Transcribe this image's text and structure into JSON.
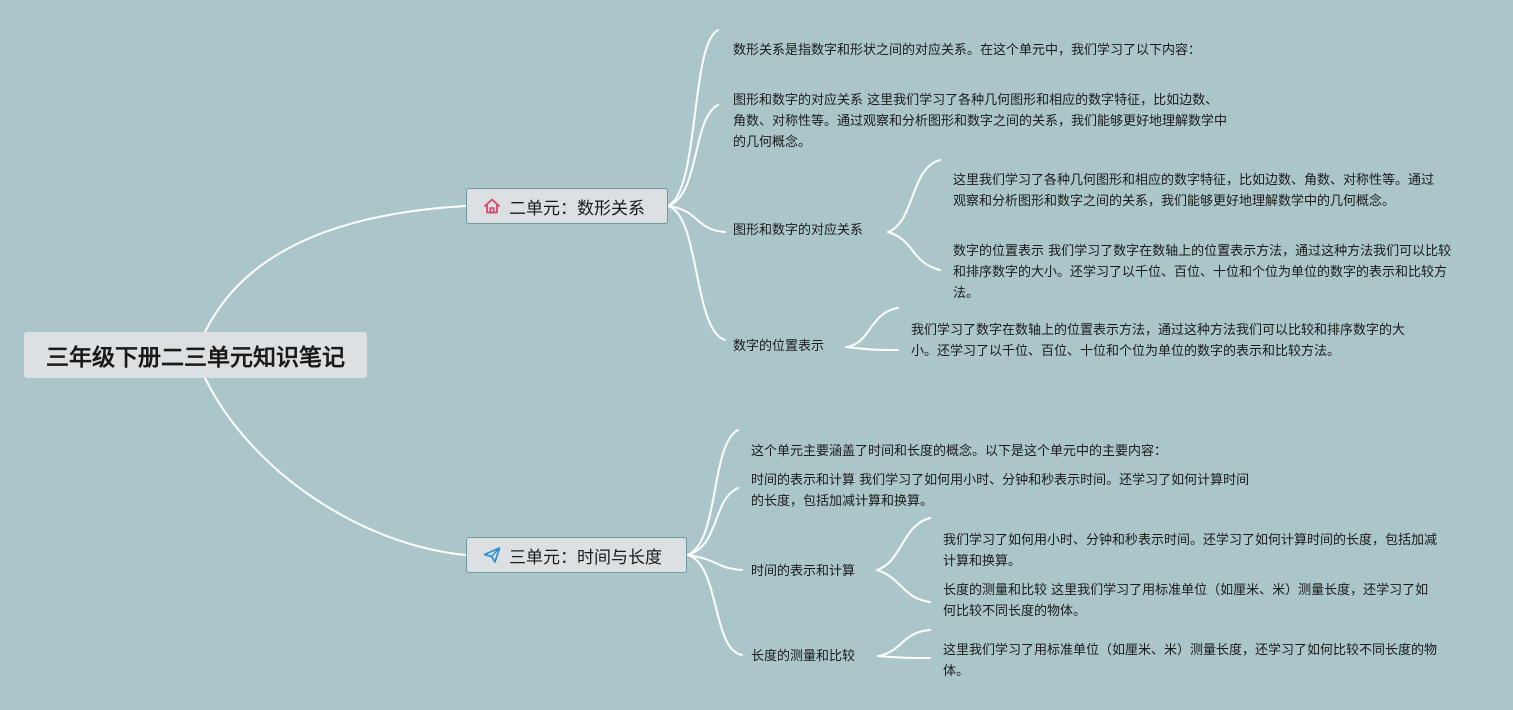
{
  "colors": {
    "background": "#abc6c9",
    "connector": "#ffffff",
    "node_fill": "#dde0e2",
    "node_border": "#6f9aa0",
    "home_icon": "#d9456a",
    "plane_icon": "#2d8fd1"
  },
  "root": {
    "label": "三年级下册二三单元知识笔记"
  },
  "unit2": {
    "label": "二单元：数形关系",
    "icon": "home-icon",
    "intro": "数形关系是指数字和形状之间的对应关系。在这个单元中，我们学习了以下内容：",
    "detail": "图形和数字的对应关系 这里我们学习了各种几何图形和相应的数字特征，比如边数、角数、对称性等。通过观察和分析图形和数字之间的关系，我们能够更好地理解数学中的几何概念。",
    "topic_a": {
      "label": "图形和数字的对应关系",
      "child_1": "这里我们学习了各种几何图形和相应的数字特征，比如边数、角数、对称性等。通过观察和分析图形和数字之间的关系，我们能够更好地理解数学中的几何概念。",
      "child_2": "数字的位置表示 我们学习了数字在数轴上的位置表示方法，通过这种方法我们可以比较和排序数字的大小。还学习了以千位、百位、十位和个位为单位的数字的表示和比较方法。"
    },
    "topic_b": {
      "label": "数字的位置表示",
      "child_1": "我们学习了数字在数轴上的位置表示方法，通过这种方法我们可以比较和排序数字的大小。还学习了以千位、百位、十位和个位为单位的数字的表示和比较方法。"
    }
  },
  "unit3": {
    "label": "三单元：时间与长度",
    "icon": "paper-plane-icon",
    "intro": "这个单元主要涵盖了时间和长度的概念。以下是这个单元中的主要内容：",
    "detail": "时间的表示和计算 我们学习了如何用小时、分钟和秒表示时间。还学习了如何计算时间的长度，包括加减计算和换算。",
    "topic_a": {
      "label": "时间的表示和计算",
      "child_1": "我们学习了如何用小时、分钟和秒表示时间。还学习了如何计算时间的长度，包括加减计算和换算。",
      "child_2": "长度的测量和比较 这里我们学习了用标准单位（如厘米、米）测量长度，还学习了如何比较不同长度的物体。"
    },
    "topic_b": {
      "label": "长度的测量和比较",
      "child_1": "这里我们学习了用标准单位（如厘米、米）测量长度，还学习了如何比较不同长度的物体。"
    }
  }
}
